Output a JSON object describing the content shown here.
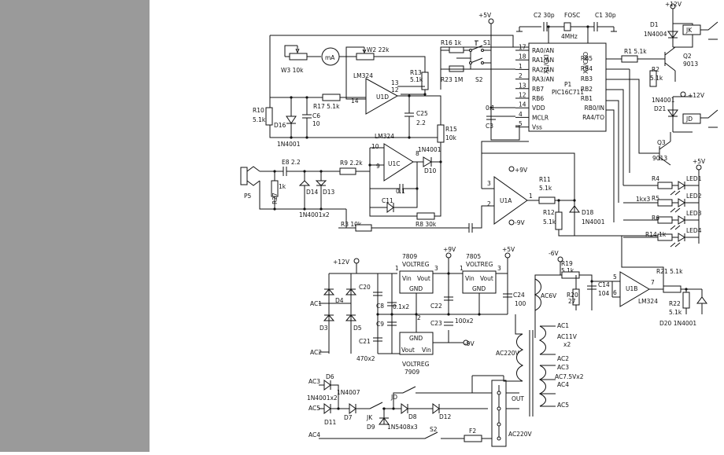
{
  "colors": {
    "sidebar": "#9a9a9a",
    "background": "#ffffff",
    "ink": "#111111"
  },
  "rails": {
    "p5v": "+5V",
    "p12v": "+12V",
    "p9v": "+9V",
    "m9v": "-9V",
    "m6v": "-6V"
  },
  "osc": {
    "c2": "C2  30p",
    "fosc": "FOSC",
    "freq": "4MHz",
    "c1": "C1  30p"
  },
  "pic": {
    "name": "P1",
    "part": "PIC16C711",
    "x1": "X1/CKI",
    "x2": "X2/CKO",
    "left_pins": [
      {
        "n": "17",
        "name": "RA0/AN"
      },
      {
        "n": "18",
        "name": "RA1/AN"
      },
      {
        "n": "1",
        "name": "RA2/AN"
      },
      {
        "n": "2",
        "name": "RA3/AN"
      },
      {
        "n": "13",
        "name": "RB7"
      },
      {
        "n": "12",
        "name": "RB6"
      },
      {
        "n": "14",
        "name": "VDD"
      },
      {
        "n": "4",
        "name": "MCLR"
      },
      {
        "n": "5",
        "name": "Vss"
      }
    ],
    "right_pins": [
      "RB5",
      "RB4",
      "RB3",
      "RB2",
      "RB1",
      "RB0/IN",
      "RA4/TO"
    ]
  },
  "top": {
    "r16": "R16  1k",
    "s1": "S1",
    "r23": "R23  1M",
    "s2": "S2",
    "w3": "W3  10k",
    "meter": "mA",
    "w2": "W2  22k",
    "r13": "R13",
    "r13v": "5.1k",
    "lm324a": "LM324",
    "u1d": "U1D",
    "p13": "13",
    "p12": "12",
    "p14": "14",
    "r10": "R10",
    "r10v": "5.1k",
    "d16": "D16",
    "d16p": "1N4001",
    "r17": "R17  5.1k",
    "c6": "C6",
    "c6v": "10",
    "c25": "C25",
    "c25v": "2.2",
    "c3": "C3",
    "c01": "0.1"
  },
  "mid": {
    "r15": "R15",
    "r15v": "10k",
    "lm324b": "LM324",
    "u1c": "U1C",
    "p10": "10",
    "p9": "9",
    "p8": "8",
    "d10p": "1N4001",
    "d10": "D10",
    "e8": "E8  2.2",
    "r9": "R9  2.2k",
    "r27": "R27",
    "r27v": "1k",
    "d14": "D14",
    "d13": "D13",
    "p5": "P5",
    "dpair": "1N4001x2",
    "c11": "C11",
    "c11v": "0.1",
    "r8": "R8  30k",
    "r3": "R3  10k"
  },
  "u1a": {
    "name": "U1A",
    "p3": "3",
    "p2": "2",
    "p1": "1",
    "r11": "R11",
    "r11v": "5.1k",
    "r12": "R12",
    "r12v": "5.1k",
    "d18": "D18",
    "d18p": "1N4001"
  },
  "outputs": {
    "d1": "D1",
    "d1p": "1N4004",
    "jk": "JK",
    "r1": "R1  5.1k",
    "q2": "Q2",
    "q2p": "9013",
    "r2": "R2",
    "r2v": "5.1k",
    "d21p": "1N4001",
    "d21": "D21",
    "jd": "JD",
    "q3": "Q3",
    "q3p": "9013",
    "r4": "R4",
    "r5": "R5",
    "r5v": "1kx3",
    "r6": "R6",
    "r14": "R14  1k",
    "leds": [
      "LED1",
      "LED2",
      "LED3",
      "LED4"
    ]
  },
  "psu": {
    "vreg1": "7809",
    "vreg1t": "VOLTREG",
    "vreg2": "7805",
    "vreg2t": "VOLTREG",
    "vin": "Vin",
    "vout": "Vout",
    "gnd": "GND",
    "c20": "C20",
    "c21": "C21",
    "c21v": "470x2",
    "c8": "C8",
    "c8v": "0.1x2",
    "c9": "C9",
    "c22": "C22",
    "c23": "C23",
    "c23v": "100x2",
    "c24": "C24",
    "c24v": "100",
    "ac1": "AC1",
    "ac2": "AC2",
    "d3": "D3",
    "d4": "D4",
    "d5": "D5",
    "vreg3": "VOLTREG",
    "vreg3p": "7909",
    "n1": "1",
    "n2": "2",
    "n3": "3"
  },
  "u1b": {
    "r19": "R19",
    "r19v": "5.1k",
    "r20": "R20",
    "r20v": "27",
    "c14": "C14",
    "c14v": "104",
    "ac6v": "AC6V",
    "name": "U1B",
    "part": "LM324",
    "p5": "5",
    "p6": "6",
    "p7": "7",
    "r21": "R21  5.1k",
    "r22": "R22",
    "r22v": "5.1k",
    "d20": "D20  1N4001"
  },
  "xfmr": {
    "ac220": "AC220V",
    "ac1": "AC1",
    "ac11": "AC11V",
    "x2": "x2",
    "ac2": "AC2",
    "ac3": "AC3",
    "ac75": "AC7.5Vx2",
    "ac4": "AC4",
    "ac5": "AC5"
  },
  "bottom": {
    "ac3": "AC3",
    "d6": "D6",
    "dp": "1N4001x2",
    "ac5": "AC5",
    "d11": "D11",
    "in4007": "1N4007",
    "d7": "D7",
    "jk": "JK",
    "jd": "JD",
    "d8": "D8",
    "d12": "D12",
    "d9": "D9",
    "in5408": "1N5408x3",
    "s2": "S2",
    "f2": "F2",
    "ac4": "AC4",
    "out": "OUT",
    "ac220": "AC220V"
  }
}
